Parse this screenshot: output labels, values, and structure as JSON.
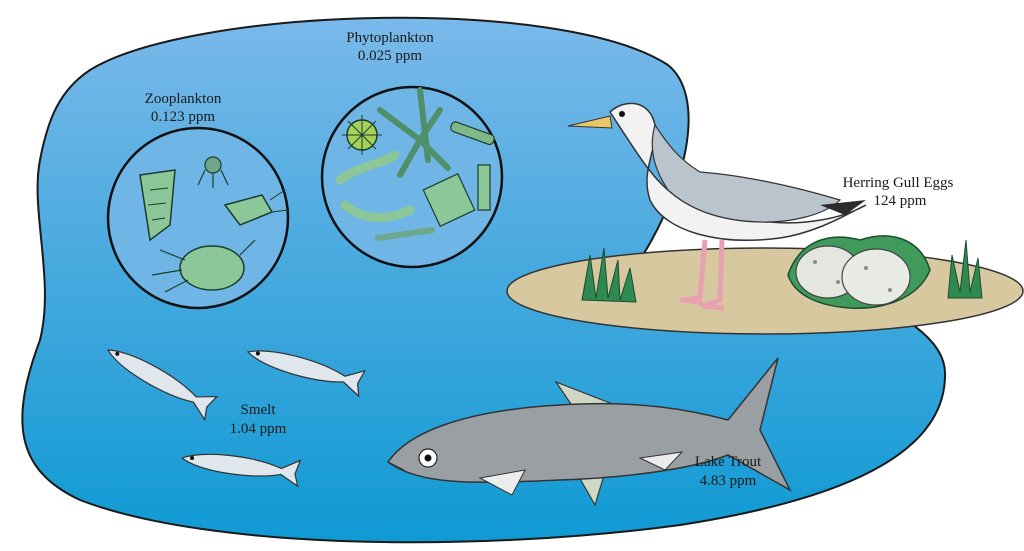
{
  "labels": {
    "zooplankton": {
      "name": "Zooplankton",
      "value": "0.123 ppm"
    },
    "phytoplankton": {
      "name": "Phytoplankton",
      "value": "0.025 ppm"
    },
    "herring_gull_eggs": {
      "name": "Herring Gull Eggs",
      "value": "124 ppm"
    },
    "smelt": {
      "name": "Smelt",
      "value": "1.04 ppm"
    },
    "lake_trout": {
      "name": "Lake Trout",
      "value": "4.83 ppm"
    }
  },
  "colors": {
    "lake_top": "#6fb4e6",
    "lake_bottom": "#19a3d8",
    "island": "#d8c8a0",
    "trout": "#9a9fa3",
    "gull_body": "#f2f2f2",
    "egg": "#e4e6e0",
    "grass": "#2e7d4a",
    "plankton": "#7fb98a"
  }
}
